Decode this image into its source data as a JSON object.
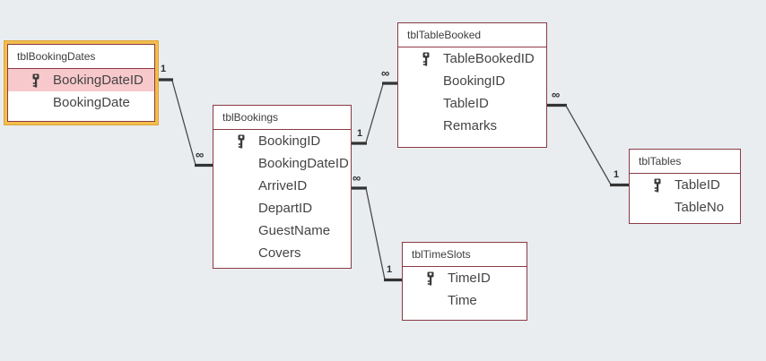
{
  "app": {
    "view_name": "relationships-canvas",
    "colors": {
      "canvas_background": "#e9edf0",
      "table_border": "#8b3a44",
      "table_background": "#ffffff",
      "primary_key_highlight": "#f8c9cc",
      "selected_table_border": "#f2bf4b",
      "line_color": "#4a4a4a",
      "text_color": "#444444"
    },
    "icons": {
      "primary_key_icon": "key"
    }
  },
  "tables": [
    {
      "name": "tblBookingDates",
      "selected": true,
      "fields": [
        {
          "name": "BookingDateID",
          "pk": true,
          "highlighted": true
        },
        {
          "name": "BookingDate",
          "pk": false,
          "highlighted": false
        }
      ]
    },
    {
      "name": "tblBookings",
      "selected": false,
      "fields": [
        {
          "name": "BookingID",
          "pk": true,
          "highlighted": false
        },
        {
          "name": "BookingDateID",
          "pk": false,
          "highlighted": false
        },
        {
          "name": "ArriveID",
          "pk": false,
          "highlighted": false
        },
        {
          "name": "DepartID",
          "pk": false,
          "highlighted": false
        },
        {
          "name": "GuestName",
          "pk": false,
          "highlighted": false
        },
        {
          "name": "Covers",
          "pk": false,
          "highlighted": false
        }
      ]
    },
    {
      "name": "tblTableBooked",
      "selected": false,
      "fields": [
        {
          "name": "TableBookedID",
          "pk": true,
          "highlighted": false
        },
        {
          "name": "BookingID",
          "pk": false,
          "highlighted": false
        },
        {
          "name": "TableID",
          "pk": false,
          "highlighted": false
        },
        {
          "name": "Remarks",
          "pk": false,
          "highlighted": false
        }
      ]
    },
    {
      "name": "tblTables",
      "selected": false,
      "fields": [
        {
          "name": "TableID",
          "pk": true,
          "highlighted": false
        },
        {
          "name": "TableNo",
          "pk": false,
          "highlighted": false
        }
      ]
    },
    {
      "name": "tblTimeSlots",
      "selected": false,
      "fields": [
        {
          "name": "TimeID",
          "pk": true,
          "highlighted": false
        },
        {
          "name": "Time",
          "pk": false,
          "highlighted": false
        }
      ]
    }
  ],
  "relationships": [
    {
      "from": "tblBookingDates",
      "to": "tblBookings",
      "from_label": "1",
      "to_label": "∞"
    },
    {
      "from": "tblBookings",
      "to": "tblTableBooked",
      "from_label": "1",
      "to_label": "∞"
    },
    {
      "from": "tblBookings",
      "to": "tblTimeSlots",
      "from_label": "∞",
      "to_label": "1"
    },
    {
      "from": "tblTableBooked",
      "to": "tblTables",
      "from_label": "∞",
      "to_label": "1"
    }
  ]
}
